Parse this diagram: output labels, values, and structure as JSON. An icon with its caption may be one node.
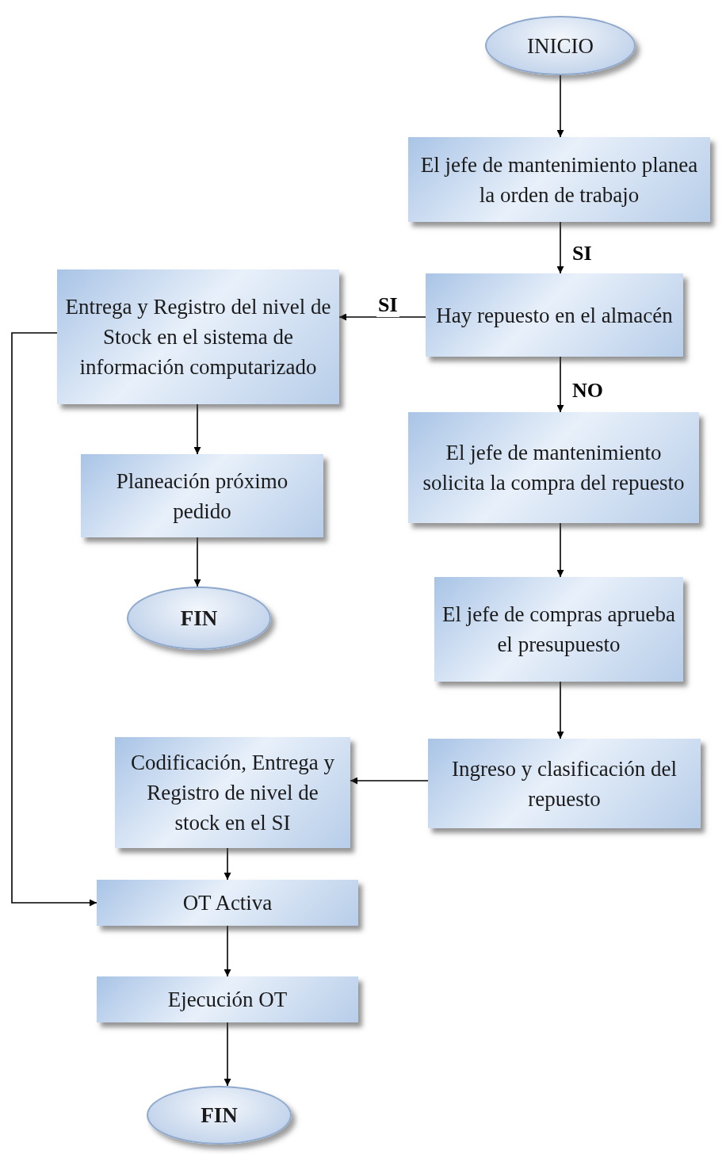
{
  "diagram": {
    "nodes": [
      {
        "text": [
          "INICIO"
        ]
      },
      {
        "text": [
          "El jefe de mantenimiento planea la orden de trabajo"
        ]
      },
      {
        "text": [
          "Hay repuesto en el almacén"
        ]
      },
      {
        "text": [
          "El jefe de mantenimiento solicita la compra del repuesto"
        ]
      },
      {
        "text": [
          "El jefe de compras aprueba el presupuesto"
        ]
      },
      {
        "text": [
          "Ingreso y clasificación del repuesto"
        ]
      },
      {
        "text": [
          "Entrega y Registro del nivel de Stock en el sistema de información computarizado"
        ]
      },
      {
        "text": [
          "Planeación próximo pedido"
        ]
      },
      {
        "text": [
          "FIN"
        ]
      },
      {
        "text": [
          "Codificación, Entrega y Registro de nivel de stock en el SI"
        ]
      },
      {
        "text": [
          "OT Activa"
        ]
      },
      {
        "text": [
          "Ejecución OT"
        ]
      },
      {
        "text": [
          "FIN"
        ]
      }
    ],
    "edges": [
      {
        "from": 0,
        "to": 1,
        "arrow": "to"
      },
      {
        "from": 1,
        "to": 2,
        "arrow": "to",
        "label": "SI"
      },
      {
        "from": 2,
        "to": 6,
        "arrow": "to",
        "label": "SI"
      },
      {
        "from": 2,
        "to": 3,
        "arrow": "to",
        "label": "NO"
      },
      {
        "from": 3,
        "to": 4,
        "arrow": "to"
      },
      {
        "from": 4,
        "to": 5,
        "arrow": "to"
      },
      {
        "from": 5,
        "to": 9,
        "arrow": "to"
      },
      {
        "from": 6,
        "to": 7,
        "arrow": "to"
      },
      {
        "from": 7,
        "to": 8,
        "arrow": "to"
      },
      {
        "from": 6,
        "to": 10,
        "arrow": "to"
      },
      {
        "from": 9,
        "to": 10,
        "arrow": "to"
      },
      {
        "from": 10,
        "to": 11,
        "arrow": "to"
      },
      {
        "from": 11,
        "to": 12,
        "arrow": "to"
      }
    ]
  }
}
